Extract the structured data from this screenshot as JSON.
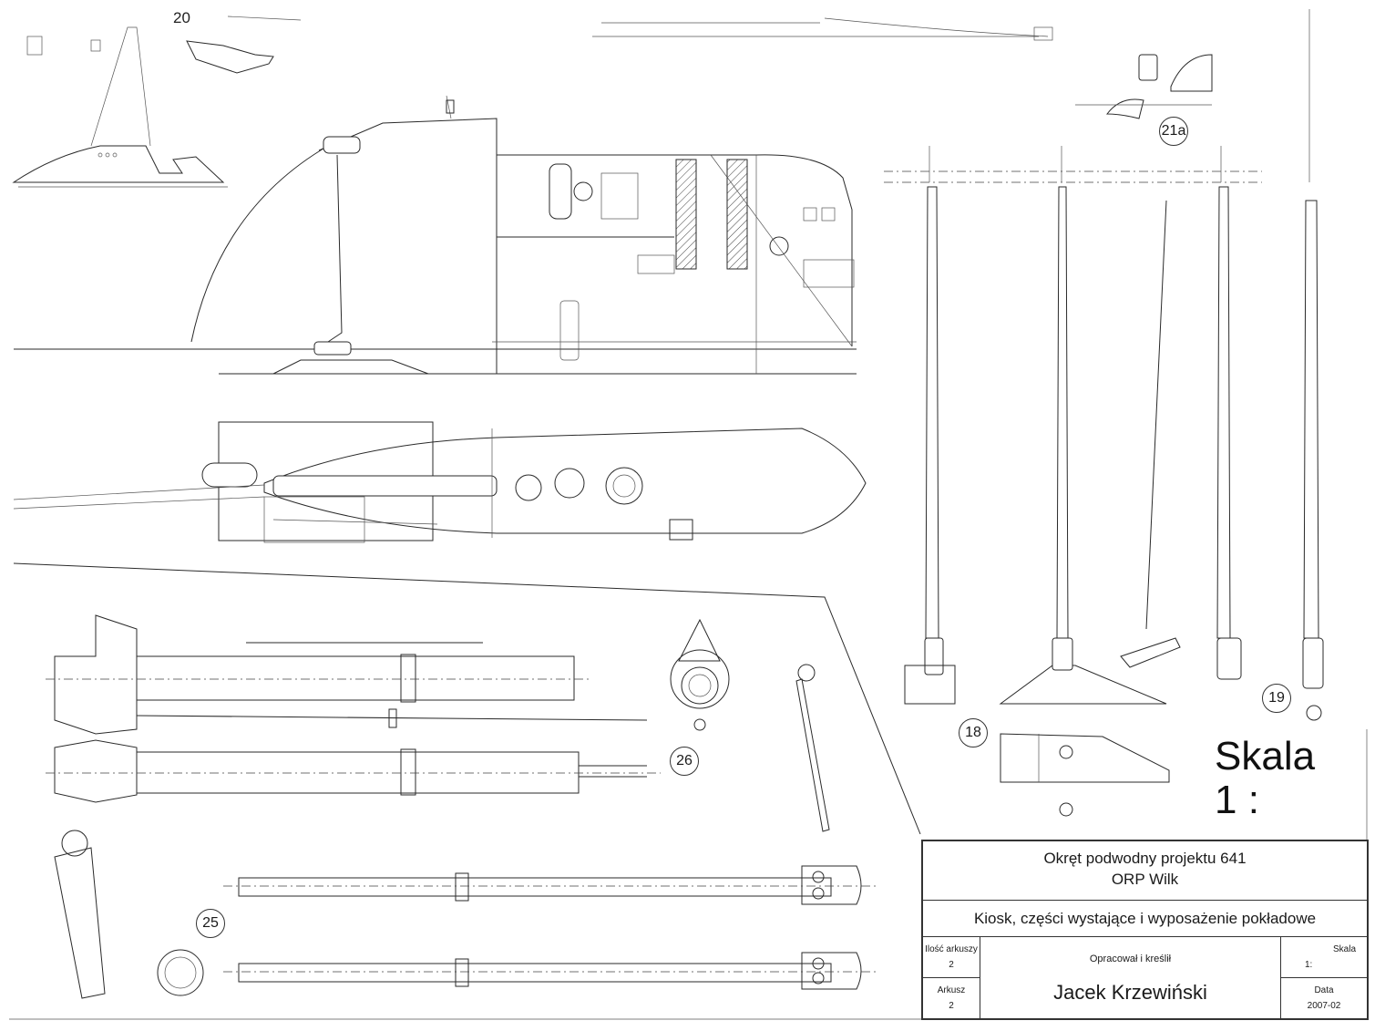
{
  "labels": {
    "part_20": "20",
    "part_21a": "21a",
    "part_18": "18",
    "part_19": "19",
    "part_26": "26",
    "part_25": "25"
  },
  "scale_callout": {
    "word": "Skala",
    "ratio": "1 :"
  },
  "title_block": {
    "project": "Okręt podwodny projektu 641",
    "ship": "ORP Wilk",
    "sheet_title": "Kiosk, części wystające i wyposażenie pokładowe",
    "sheet_count_label": "Ilość arkuszy",
    "sheet_count_value": "2",
    "sheet_label": "Arkusz",
    "sheet_value": "2",
    "drawn_by_label": "Opracował i kreślił",
    "author": "Jacek Krzewiński",
    "scale_label": "Skala",
    "scale_value": "1:",
    "date_label": "Data",
    "date_value": "2007-02"
  },
  "colors": {
    "ink": "#2a2a2a",
    "paper": "#ffffff"
  }
}
